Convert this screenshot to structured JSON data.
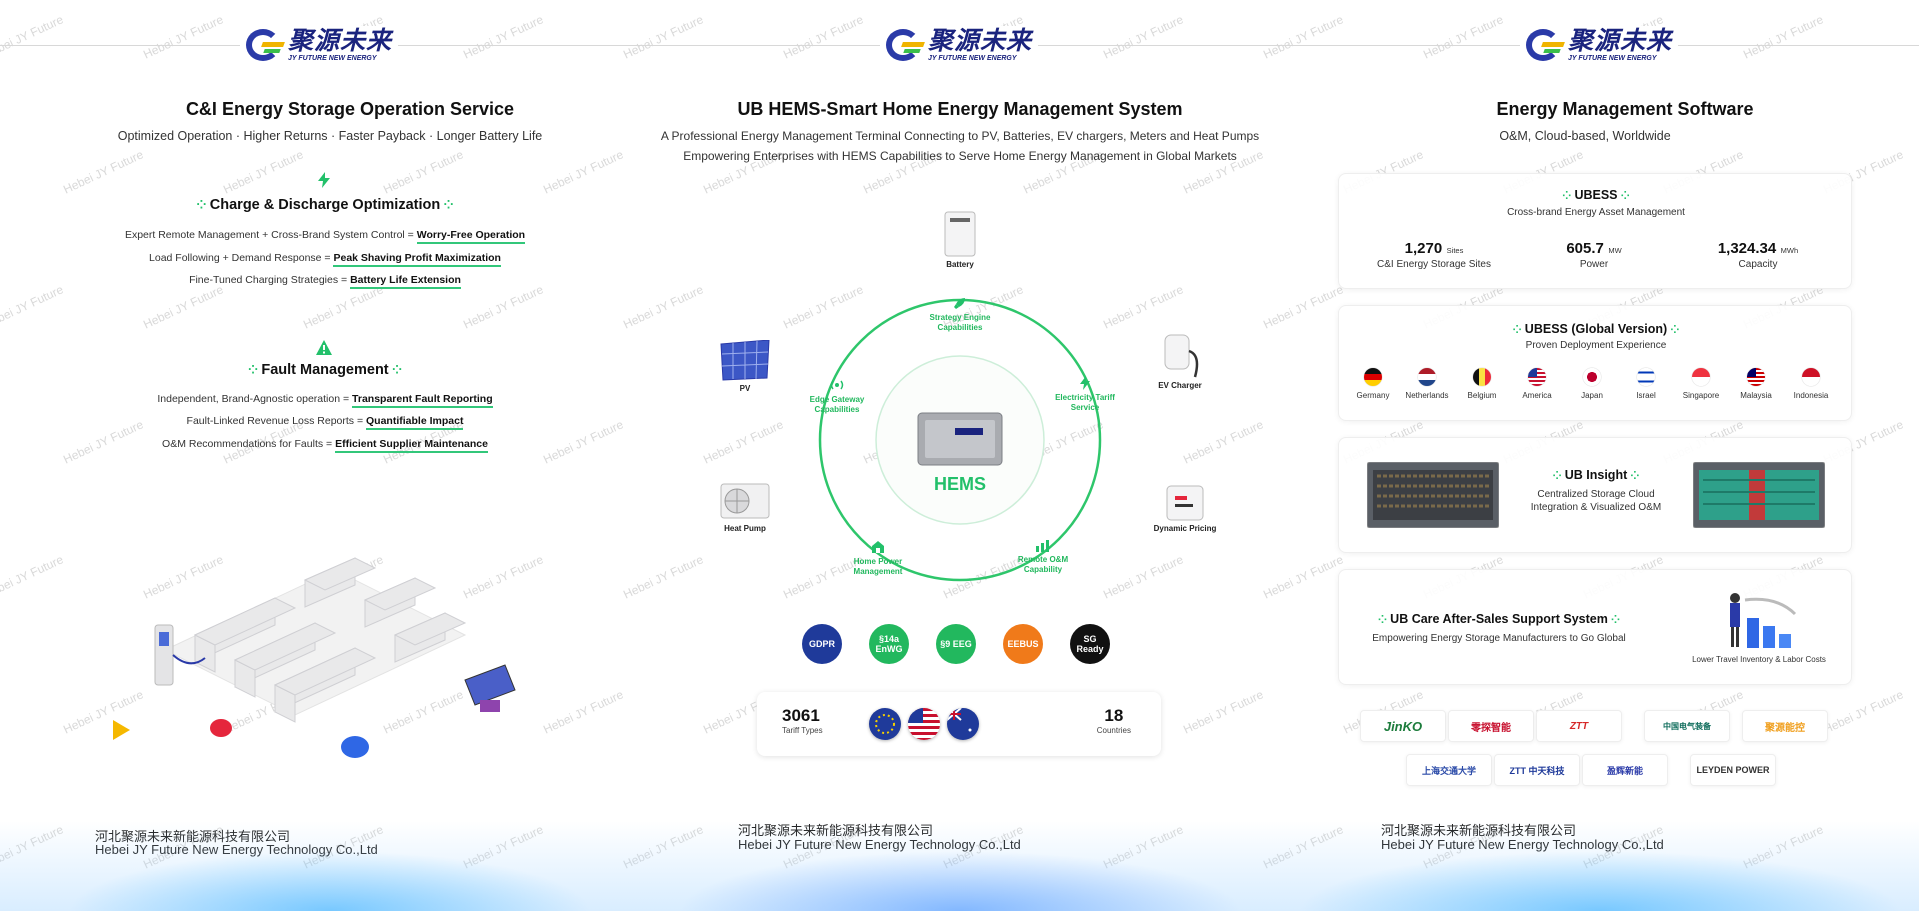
{
  "watermark_text": "Hebei JY Future",
  "logo": {
    "cn": "聚源未来",
    "en": "JY FUTURE NEW ENERGY"
  },
  "footer": {
    "cn": "河北聚源未来新能源科技有限公司",
    "en": "Hebei JY Future New Energy Technology Co.,Ltd"
  },
  "left": {
    "title": "C&I Energy Storage Operation Service",
    "subtitle": "Optimized Operation · Higher Returns · Faster Payback · Longer Battery Life",
    "sections": [
      {
        "title": "Charge & Discharge Optimization",
        "icon": "lightning-icon",
        "lines": [
          {
            "text": "Expert Remote Management + Cross-Brand System Control = ",
            "highlight": "Worry-Free Operation"
          },
          {
            "text": "Load Following + Demand Response = ",
            "highlight": "Peak Shaving Profit Maximization"
          },
          {
            "text": "Fine-Tuned Charging Strategies = ",
            "highlight": "Battery Life Extension"
          }
        ]
      },
      {
        "title": "Fault Management",
        "icon": "warning-icon",
        "lines": [
          {
            "text": "Independent, Brand-Agnostic operation = ",
            "highlight": "Transparent Fault Reporting"
          },
          {
            "text": "Fault-Linked Revenue Loss Reports = ",
            "highlight": "Quantifiable Impact"
          },
          {
            "text": "O&M Recommendations for Faults = ",
            "highlight": "Efficient Supplier Maintenance"
          }
        ]
      }
    ]
  },
  "middle": {
    "title": "UB HEMS-Smart Home Energy Management System",
    "subtitle_lines": [
      "A Professional Energy Management Terminal Connecting to PV, Batteries, EV chargers, Meters and Heat Pumps",
      "Empowering Enterprises with HEMS Capabilities to Serve Home Energy Management in Global Markets"
    ],
    "devices": [
      "Battery",
      "PV",
      "EV Charger",
      "Heat Pump",
      "Dynamic Pricing"
    ],
    "capabilities": [
      "Strategy Engine Capabilities",
      "Edge Gateway Capabilities",
      "Electricity Tariff Service",
      "Home Power Management",
      "Remote O&M Capability"
    ],
    "center_label": "HEMS",
    "certifications": [
      "GDPR",
      "§14a EnWG",
      "§9 EEG",
      "EEBUS",
      "SG Ready"
    ],
    "stats": {
      "tariff_value": "3061",
      "tariff_label": "Tariff Types",
      "countries_value": "18",
      "countries_label": "Countries"
    }
  },
  "right": {
    "title": "Energy Management Software",
    "subtitle": "O&M, Cloud-based, Worldwide",
    "ubess": {
      "title": "UBESS",
      "subtitle": "Cross-brand Energy Asset Management",
      "metrics": [
        {
          "value": "1,270",
          "unit": "Sites",
          "label": "C&I Energy Storage Sites"
        },
        {
          "value": "605.7",
          "unit": "MW",
          "label": "Power"
        },
        {
          "value": "1,324.34",
          "unit": "MWh",
          "label": "Capacity"
        }
      ]
    },
    "ubess_global": {
      "title": "UBESS (Global Version)",
      "subtitle": "Proven Deployment Experience",
      "countries": [
        "Germany",
        "Netherlands",
        "Belgium",
        "America",
        "Japan",
        "Israel",
        "Singapore",
        "Malaysia",
        "Indonesia"
      ]
    },
    "insight": {
      "title": "UB Insight",
      "lines": [
        "Centralized Storage Cloud",
        "Integration & Visualized O&M"
      ]
    },
    "care": {
      "title": "UB Care After-Sales Support System",
      "subtitle": "Empowering Energy Storage Manufacturers to Go Global",
      "caption": "Lower Travel Inventory & Labor Costs"
    },
    "partners_row1": [
      "JinKO",
      "零探智能",
      "ZTT",
      "中国电气装备",
      "聚源能控"
    ],
    "partners_row2": [
      "上海交通大学",
      "ZTT 中天科技",
      "盈辉新能",
      "LEYDEN POWER"
    ],
    "colors": {
      "accent_green": "#22c06a",
      "brand_blue": "#1a237e"
    }
  }
}
